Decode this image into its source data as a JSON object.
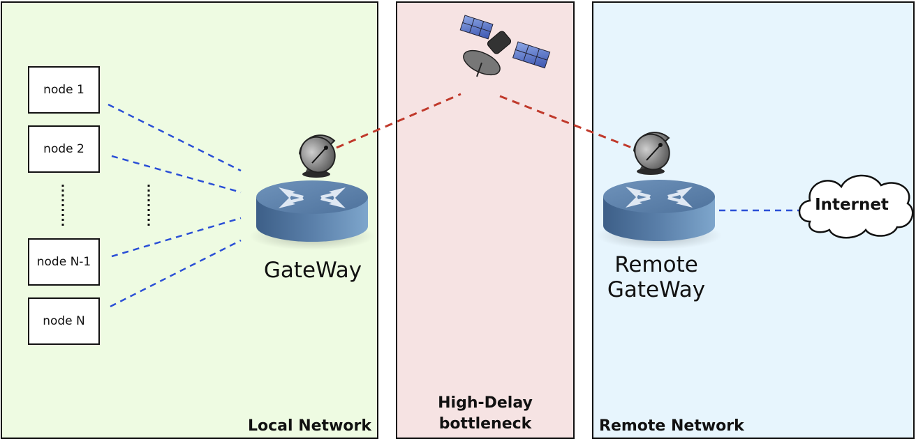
{
  "regions": {
    "local": {
      "label": "Local Network"
    },
    "bottleneck": {
      "label_line1": "High-Delay",
      "label_line2": "bottleneck"
    },
    "remote": {
      "label": "Remote Network"
    }
  },
  "nodes": [
    "node 1",
    "node 2",
    "node N-1",
    "node N"
  ],
  "gateway": {
    "label": "GateWay"
  },
  "remote_gateway": {
    "label_line1": "Remote",
    "label_line2": "GateWay"
  },
  "cloud": {
    "label": "Internet"
  },
  "colors": {
    "local_bg": "#eefbe2",
    "bottleneck_bg": "#f6e3e3",
    "remote_bg": "#e7f5fd",
    "lan_link": "#2a4fd6",
    "satellite_link": "#c0392b",
    "router_body": "#5b7fa8"
  },
  "icons": [
    "router-icon",
    "dish-antenna-icon",
    "satellite-icon",
    "cloud-icon"
  ]
}
